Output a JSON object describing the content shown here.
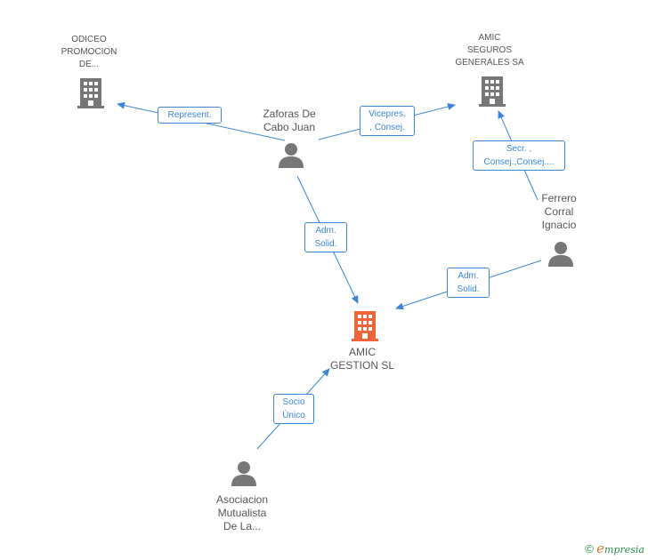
{
  "nodes": {
    "odiceo": {
      "label": "ODICEO\nPROMOCION\nDE...",
      "color": "#777777"
    },
    "amic_seguros": {
      "label": "AMIC\nSEGUROS\nGENERALES SA",
      "color": "#777777"
    },
    "zaforas": {
      "label": "Zaforas De\nCabo Juan",
      "color": "#777777"
    },
    "ferrero": {
      "label": "Ferrero\nCorral\nIgnacio",
      "color": "#777777"
    },
    "amic_gestion": {
      "label": "AMIC\nGESTION SL",
      "color": "#f0643a"
    },
    "asociacion": {
      "label": "Asociacion\nMutualista\nDe La...",
      "color": "#777777"
    }
  },
  "edges": {
    "represent": "Represent.",
    "vicepres": "Vicepres.\n, Consej.",
    "secr": "Secr. ,\nConsej.,Consej....",
    "adm_zaforas": "Adm.\nSolid.",
    "adm_ferrero": "Adm.\nSolid.",
    "socio": "Socio\nÚnico"
  },
  "colors": {
    "edge": "#3d86d6",
    "node": "#777777",
    "focus": "#f0643a"
  },
  "footer": {
    "copyright": "©",
    "brand": "mpresia",
    "brand_initial": "e"
  }
}
